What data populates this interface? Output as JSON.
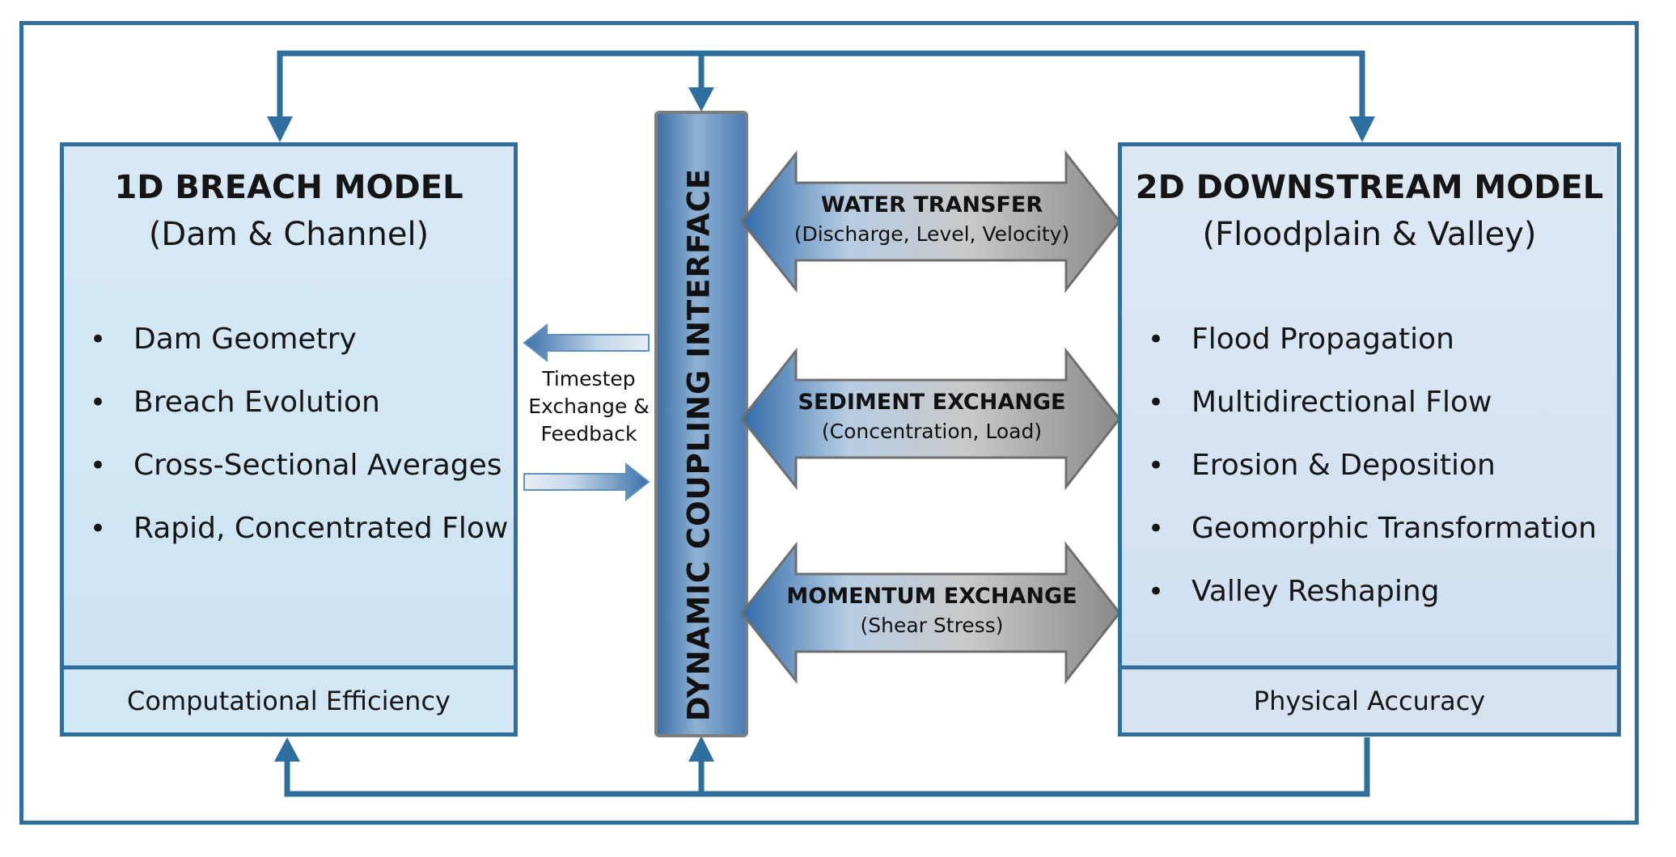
{
  "left_model": {
    "title": "1D BREACH MODEL",
    "subtitle": "(Dam & Channel)",
    "items": [
      "Dam Geometry",
      "Breach Evolution",
      "Cross-Sectional Averages",
      "Rapid, Concentrated Flow"
    ],
    "footer": "Computational Efficiency"
  },
  "right_model": {
    "title": "2D DOWNSTREAM MODEL",
    "subtitle": "(Floodplain & Valley)",
    "items": [
      "Flood Propagation",
      "Multidirectional Flow",
      "Erosion & Deposition",
      "Geomorphic Transformation",
      "Valley Reshaping"
    ],
    "footer": "Physical Accuracy"
  },
  "coupling": {
    "label": "DYNAMIC COUPLING INTERFACE"
  },
  "timestep": {
    "line1": "Timestep",
    "line2": "Exchange &",
    "line3": "Feedback"
  },
  "exchanges": [
    {
      "title": "WATER TRANSFER",
      "detail": "(Discharge, Level, Velocity)"
    },
    {
      "title": "SEDIMENT EXCHANGE",
      "detail": "(Concentration, Load)"
    },
    {
      "title": "MOMENTUM EXCHANGE",
      "detail": "(Shear Stress)"
    }
  ],
  "colors": {
    "border": "#2f6f9f",
    "accent_blue": "#3e78b4",
    "accent_gray": "#9b9b9b",
    "panel_fill": "#d7e9f5"
  }
}
